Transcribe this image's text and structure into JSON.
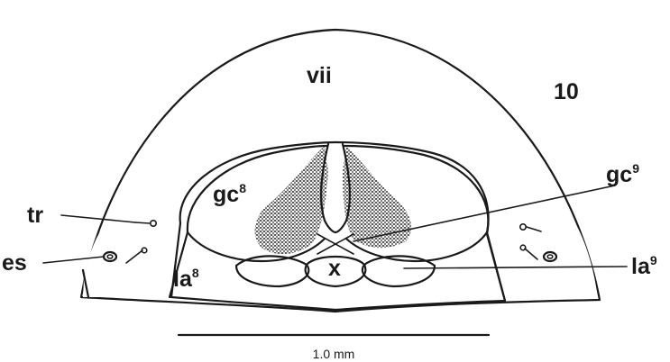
{
  "figure_number": "10",
  "labels": {
    "segment": "vii",
    "gc8": {
      "base": "gc",
      "sup": "8"
    },
    "gc9": {
      "base": "gc",
      "sup": "9"
    },
    "tr": "tr",
    "es": "es",
    "la8": {
      "base": "la",
      "sup": "8"
    },
    "la9": {
      "base": "la",
      "sup": "9"
    },
    "x": "x"
  },
  "scale_bar": {
    "label": "1.0 mm"
  },
  "colors": {
    "ink": "#1a1a1a",
    "stipple": "#2a2a2a",
    "paper": "#ffffff"
  }
}
